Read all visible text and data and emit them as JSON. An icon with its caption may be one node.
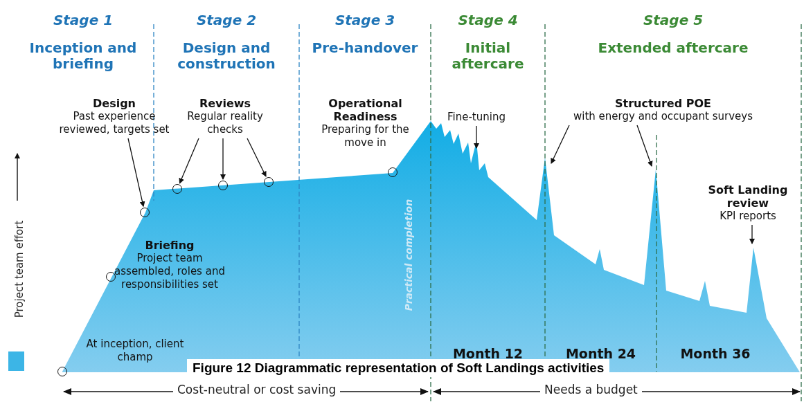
{
  "diagram": {
    "caption": "Figure 12 Diagrammatic representation of Soft Landings activities",
    "nodes": [
      {
        "text": [
          "Design",
          "Past experience reviewed, targets set"
        ]
      },
      {
        "text": [],
        "shape": "circle"
      },
      {
        "text": [
          "Reviews",
          "Regular reality checks"
        ]
      },
      {
        "text": [],
        "shape": "circle"
      },
      {
        "text": [],
        "shape": "circle"
      },
      {
        "text": [],
        "shape": "circle"
      },
      {
        "text": [
          "Operational Readiness",
          "Preparing for the move in"
        ]
      },
      {
        "text": [],
        "shape": "circle"
      },
      {
        "text": [
          "Briefing",
          "Project team assembled, roles and responsibilities set"
        ]
      },
      {
        "text": [],
        "shape": "circle"
      },
      {
        "text": [
          "At inception, client champ"
        ]
      },
      {
        "text": [],
        "shape": "circle"
      },
      {
        "text": [
          "Fine-tuning"
        ]
      },
      {
        "text": [
          "Structured POE",
          "with energy and occupant surveys"
        ]
      },
      {
        "text": [
          "Soft Landing review",
          "KPI reports"
        ]
      }
    ],
    "edges": [
      {
        "from": 0,
        "to": 1,
        "arrow": "to"
      },
      {
        "from": 2,
        "to": 3,
        "arrow": "to"
      },
      {
        "from": 2,
        "to": 4,
        "arrow": "to"
      },
      {
        "from": 2,
        "to": 5,
        "arrow": "to"
      },
      {
        "from": 12,
        "to": null,
        "arrow": "to"
      },
      {
        "from": 13,
        "to": null,
        "arrow": "to"
      },
      {
        "from": 13,
        "to": null,
        "arrow": "to"
      },
      {
        "from": 14,
        "to": null,
        "arrow": "to"
      }
    ],
    "labels": [
      "Stage 1",
      "Stage 2",
      "Stage 3",
      "Stage 4",
      "Stage 5",
      "Inception and briefing",
      "Design and construction",
      "Pre-handover",
      "Initial aftercare",
      "Extended aftercare",
      "Practical completion",
      "Month 12",
      "Month 24",
      "Month 36",
      "Cost-neutral or cost saving",
      "Needs a budget"
    ],
    "legend": [
      {
        "text": "Project team effort",
        "color": "#3cb5e6"
      }
    ]
  }
}
